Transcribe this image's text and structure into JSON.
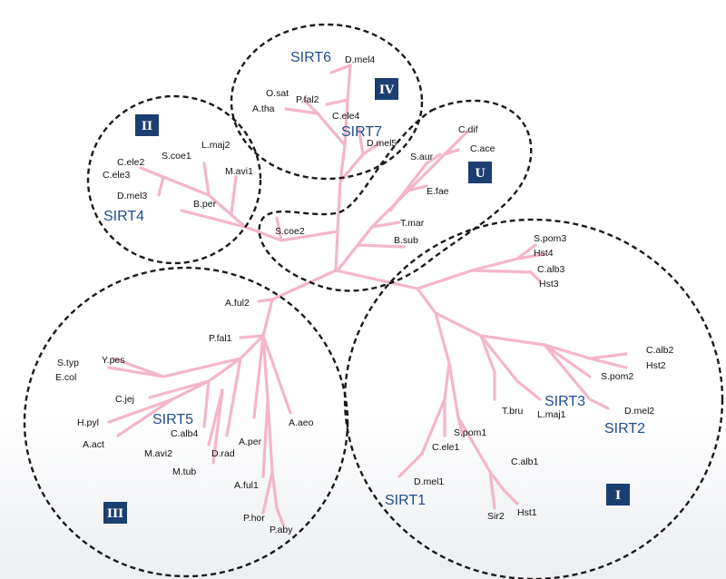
{
  "colors": {
    "branch": "#f4b6c8",
    "sirt_label": "#1f4e8c",
    "badge": "#1c3f72",
    "clade_border": "#1a1a1a"
  },
  "classes": {
    "I": "I",
    "II": "II",
    "III": "III",
    "IV": "IV",
    "U": "U"
  },
  "sirt_labels": {
    "sirt1": "SIRT1",
    "sirt2": "SIRT2",
    "sirt3": "SIRT3",
    "sirt4": "SIRT4",
    "sirt5": "SIRT5",
    "sirt6": "SIRT6",
    "sirt7": "SIRT7"
  },
  "leaves": {
    "d_mel4": "D.mel4",
    "o_sat": "O.sat",
    "p_fal2": "P.fal2",
    "a_tha": "A.tha",
    "c_ele4": "C.ele4",
    "d_mel5": "D.mel5",
    "c_ele2": "C.ele2",
    "c_ele3": "C.ele3",
    "s_coe1": "S.coe1",
    "l_maj2": "L.maj2",
    "m_avi1": "M.avi1",
    "d_mel3": "D.mel3",
    "b_per": "B.per",
    "s_coe2": "S.coe2",
    "c_dif": "C.dif",
    "c_ace": "C.ace",
    "s_aur": "S.aur",
    "e_fae": "E.fae",
    "t_mar": "T.mar",
    "b_sub": "B.sub",
    "s_pom3": "S.pom3",
    "hst4": "Hst4",
    "c_alb3": "C.alb3",
    "hst3": "Hst3",
    "c_alb2": "C.alb2",
    "hst2": "Hst2",
    "s_pom2": "S.pom2",
    "d_mel2": "D.mel2",
    "l_maj1": "L.maj1",
    "t_bru": "T.bru",
    "s_pom1": "S.pom1",
    "c_ele1": "C.ele1",
    "c_alb1": "C.alb1",
    "d_mel1": "D.mel1",
    "sir2": "Sir2",
    "hst1": "Hst1",
    "a_ful2": "A.ful2",
    "p_fal1": "P.fal1",
    "s_typ": "S.typ",
    "e_col": "E.col",
    "y_pes": "Y.pes",
    "c_jej": "C.jej",
    "h_pyl": "H.pyl",
    "a_act": "A.act",
    "c_alb4": "C.alb4",
    "m_avi2": "M.avi2",
    "m_tub": "M.tub",
    "d_rad": "D.rad",
    "a_per": "A.per",
    "a_aeo": "A.aeo",
    "a_ful1": "A.ful1",
    "p_hor": "P.hor",
    "p_aby": "P.aby"
  }
}
